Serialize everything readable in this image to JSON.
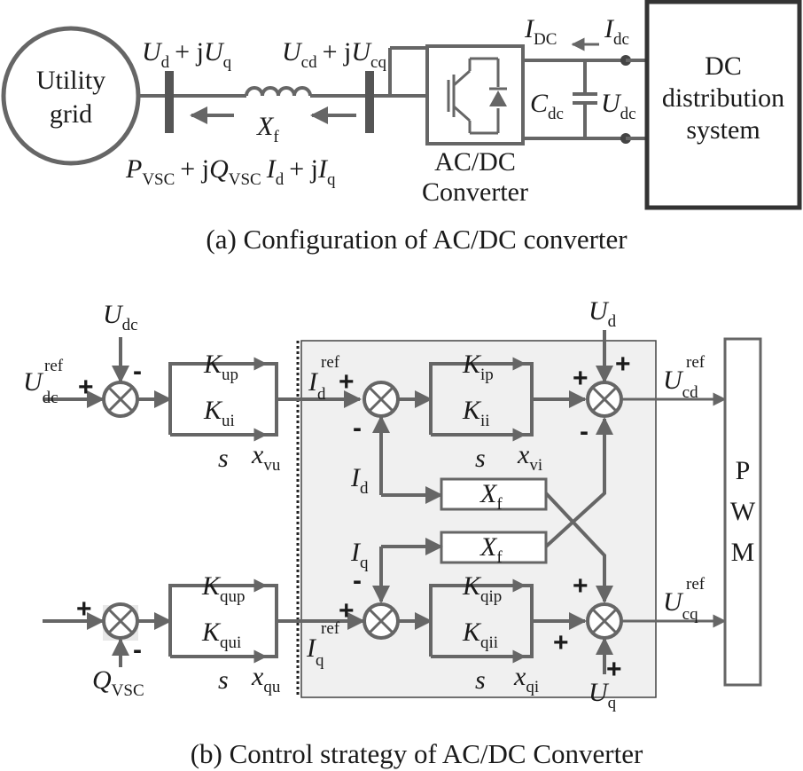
{
  "top": {
    "utility_grid_line1": "Utility",
    "utility_grid_line2": "grid",
    "u_main": "U",
    "u_d_sub": "d",
    "plus_j": "+ j",
    "u_q_sub": "q",
    "ucd_main": "U",
    "ucd_sub": "cd",
    "ucq_sub": "cq",
    "xf_main": "X",
    "xf_sub": "f",
    "p_main": "P",
    "p_sub": "VSC",
    "q_main": "Q",
    "q_sub": "VSC",
    "id_main": "I",
    "id_sub": "d",
    "iq_sub": "q",
    "converter_line1": "AC/DC",
    "converter_line2": "Converter",
    "idc_big_main": "I",
    "idc_big_sub": "DC",
    "idc_small_sub": "dc",
    "cdc_main": "C",
    "cdc_sub": "dc",
    "udc_main": "U",
    "udc_sub": "dc",
    "dc_line1": "DC",
    "dc_line2": "distribution",
    "dc_line3": "system",
    "caption": "(a) Configuration of AC/DC converter"
  },
  "bottom": {
    "u_main": "U",
    "dc_sub": "dc",
    "ref_sup": "ref",
    "plus": "+",
    "minus": "-",
    "k_main": "K",
    "k_up": "up",
    "k_ui": "ui",
    "k_qup": "qup",
    "k_qui": "qui",
    "k_ip": "ip",
    "k_ii": "ii",
    "k_qip": "qip",
    "k_qii": "qii",
    "s": "s",
    "x_main": "x",
    "x_vu": "vu",
    "x_qu": "qu",
    "x_vi": "vi",
    "x_qi": "qi",
    "i_main": "I",
    "d_sub": "d",
    "q_sub": "q",
    "xf_main": "X",
    "xf_sub": "f",
    "cd_sub": "cd",
    "cq_sub": "cq",
    "q_vsc_main": "Q",
    "vsc_sub": "VSC",
    "pwm_p": "P",
    "pwm_w": "W",
    "pwm_m": "M",
    "caption": "(b) Control strategy of AC/DC Converter"
  },
  "colors": {
    "line": "#666666",
    "text": "#1a1a1a",
    "inner_panel": "#f0f0f0"
  }
}
